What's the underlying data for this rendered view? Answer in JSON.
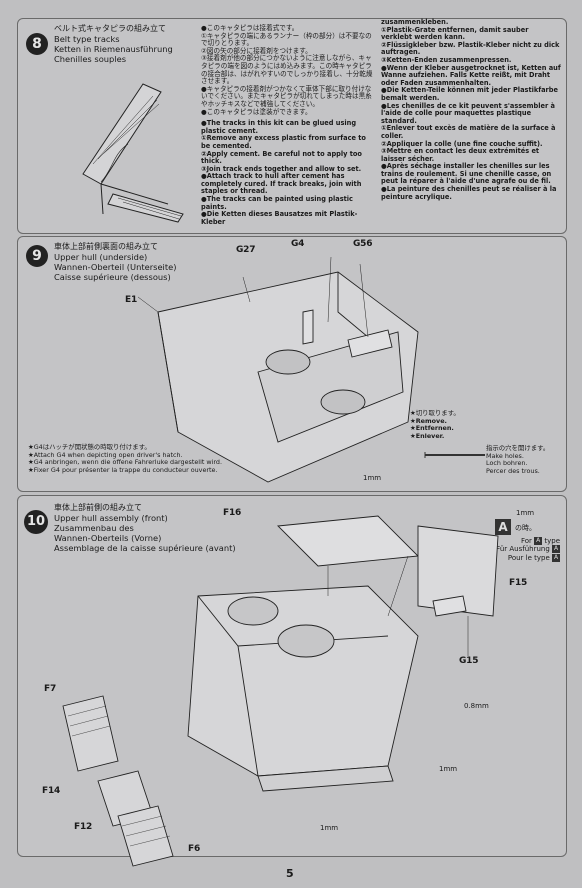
{
  "page_number": "5",
  "step8": {
    "number": "8",
    "title_jp": "ベルト式キャタピラの組み立て",
    "title_en": "Belt type tracks",
    "title_de": "Ketten in Riemenausführung",
    "title_fr": "Chenilles souples",
    "jp_lines": [
      "●このキャタピラは接着式です。",
      "①キャタピラの端にあるランナー（枠の部分）は不要なので切りとります。",
      "②図の矢の部分に接着剤をつけます。",
      "③接着剤が他の部分につかないように注意しながら、キャタピラの端を図のようにはめ込みます。この時キャタピラの接合部は、はがれやすいのでしっかり接着し、十分乾燥させます。",
      "●キャタピラの接着剤がつかなくて車体下部に取り付けないでください。またキャタピラが切れてしまった時は黒糸やホッチキスなどで補強してください。",
      "●このキャタピラは塗装ができます。"
    ],
    "en_lines": [
      "●The tracks in this kit can be glued using plastic cement.",
      "①Remove any excess plastic from surface to be cemented.",
      "②Apply cement. Be careful not to apply too thick.",
      "③Join track ends together and allow to set.",
      "●Attach track to hull after cement has completely cured. If track breaks, join with staples or thread.",
      "●The tracks can be painted using plastic paints.",
      "●Die Ketten dieses Bausatzes mit Plastik-Kleber"
    ],
    "de_fr_lines": [
      "zusammenkleben.",
      "①Plastik-Grate entfernen, damit sauber verklebt werden kann.",
      "②Flüssigkleber bzw. Plastik-Kleber nicht zu dick auftragen.",
      "③Ketten-Enden zusammenpressen.",
      "●Wenn der Kleber ausgetrocknet ist, Ketten auf Wanne aufziehen. Falls Kette reißt, mit Draht oder Faden zusammenhalten.",
      "●Die Ketten-Teile können mit jeder Plastikfarbe bemalt werden.",
      "●Les chenilles de ce kit peuvent s'assembler à l'aide de colle pour maquettes plastique standard.",
      "①Enlever tout excès de matière de la surface à coller.",
      "②Appliquer la colle (une fine couche suffit).",
      "③Mettre en contact les deux extrémités et laisser sécher.",
      "●Après séchage installer les chenilles sur les trains de roulement. Si une chenille casse, on peut la réparer à l'aide d'une agrafe ou de fil.",
      "●La peinture des chenilles peut se réaliser à la peinture acrylique."
    ]
  },
  "step9": {
    "number": "9",
    "title_jp": "車体上部前側裏面の組み立て",
    "title_en": "Upper hull (underside)",
    "title_de": "Wannen-Oberteil (Unterseite)",
    "title_fr": "Caisse supérieure (dessous)",
    "labels": {
      "g27": "G27",
      "g4": "G4",
      "g56": "G56",
      "e1": "E1"
    },
    "remove_note": [
      "★切り取ります。",
      "★Remove.",
      "★Entfernen.",
      "★Enlever."
    ],
    "holes_note": [
      "指示の穴を開けます。",
      "Make holes.",
      "Loch bohren.",
      "Percer des trous."
    ],
    "drill_size": "1mm",
    "g4_note": [
      "★G4はハッチが開状態の時取り付けます。",
      "★Attach G4 when depicting open driver's hatch.",
      "★G4 anbringen, wenn die offene Fahrerluke dargestellt wird.",
      "★Fixer G4 pour présenter la trappe du conducteur ouverte."
    ]
  },
  "step10": {
    "number": "10",
    "title_jp": "車体上部前側の組み立て",
    "title_en": "Upper hull assembly (front)",
    "title_de": "Zusammenbau des",
    "title_de2": "Wannen-Oberteils (Vorne)",
    "title_fr": "Assemblage de la caisse supérieure (avant)",
    "labels": {
      "f16": "F16",
      "f15": "F15",
      "g15": "G15",
      "f7": "F7",
      "f14": "F14",
      "f12": "F12",
      "f6": "F6"
    },
    "sizes": {
      "top": "1mm",
      "mid": "0.8mm",
      "right": "1mm",
      "bottom": "1mm"
    },
    "type_a": {
      "badge": "A",
      "jp": "の時。",
      "en": "For",
      "en2": "type",
      "de": "Für Ausführung",
      "fr": "Pour le type"
    }
  }
}
